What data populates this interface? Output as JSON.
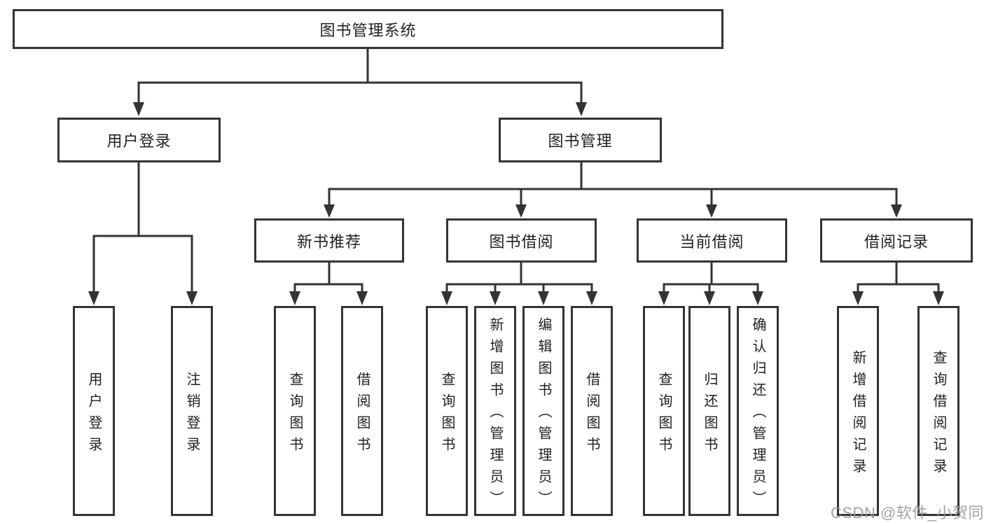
{
  "diagram": {
    "root": {
      "label": "图书管理系统"
    },
    "level2": [
      {
        "label": "用户登录"
      },
      {
        "label": "图书管理"
      }
    ],
    "level3": [
      {
        "label": "新书推荐"
      },
      {
        "label": "图书借阅"
      },
      {
        "label": "当前借阅"
      },
      {
        "label": "借阅记录"
      }
    ],
    "leaves": {
      "user_login": [
        {
          "label": "用户登录"
        },
        {
          "label": "注销登录"
        }
      ],
      "new_book": [
        {
          "label": "查询图书"
        },
        {
          "label": "借阅图书"
        }
      ],
      "book_borrow": [
        {
          "label": "查询图书"
        },
        {
          "label": "新增图书（管理员）"
        },
        {
          "label": "编辑图书（管理员）"
        },
        {
          "label": "借阅图书"
        }
      ],
      "current_borrow": [
        {
          "label": "查询图书"
        },
        {
          "label": "归还图书"
        },
        {
          "label": "确认归还（管理员）"
        }
      ],
      "borrow_records": [
        {
          "label": "新增借阅记录"
        },
        {
          "label": "查询借阅记录"
        }
      ]
    },
    "watermark": "CSDN @软件_小贺同学",
    "colors": {
      "line": "#333333",
      "text": "#1f1f1f",
      "watermark": "#9b9b9b",
      "background": "#ffffff"
    }
  }
}
